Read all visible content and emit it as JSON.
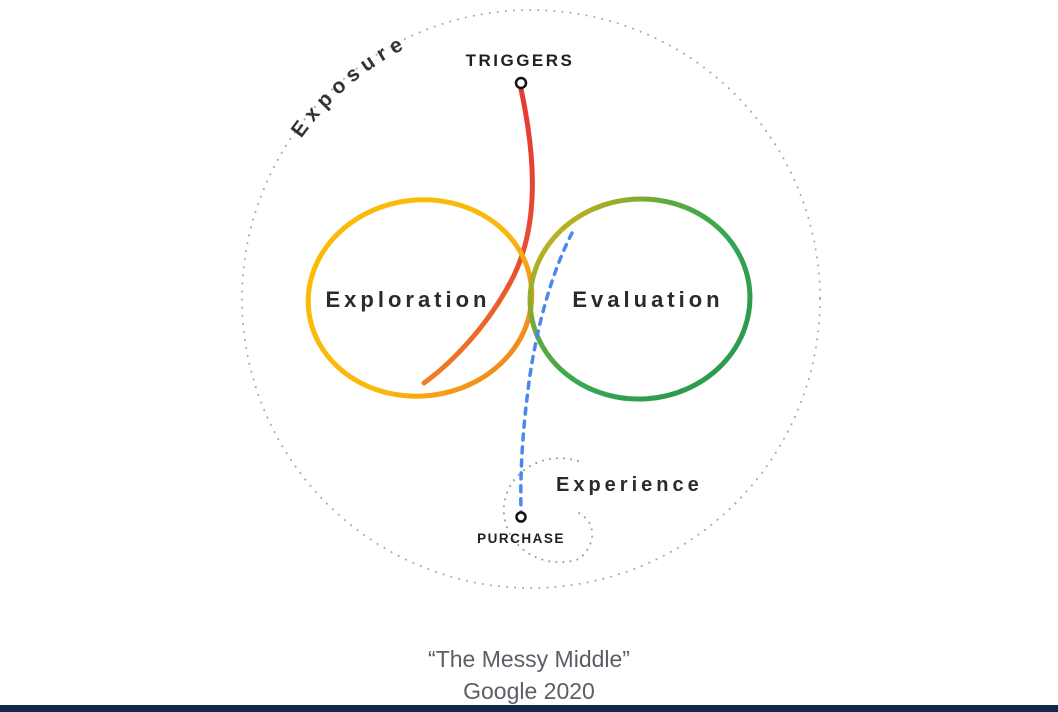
{
  "diagram": {
    "exposure_label": "Exposure",
    "triggers_label": "TRIGGERS",
    "exploration_label": "Exploration",
    "evaluation_label": "Evaluation",
    "experience_label": "Experience",
    "purchase_label": "PURCHASE",
    "caption_line1": "“The Messy Middle”",
    "caption_line2": "Google 2020",
    "colors": {
      "trigger_red": "#E53935",
      "exploration_yellow": "#FBBC05",
      "transition_orange": "#EF7B24",
      "evaluation_green": "#34A853",
      "purchase_blue": "#4A87EE",
      "dotted_gray": "#A9A9A9",
      "spiral_gray": "#9E9E9E",
      "label_dark": "#2B2B2B",
      "caption_gray": "#5A5F66",
      "footer_navy": "#14284B"
    }
  }
}
